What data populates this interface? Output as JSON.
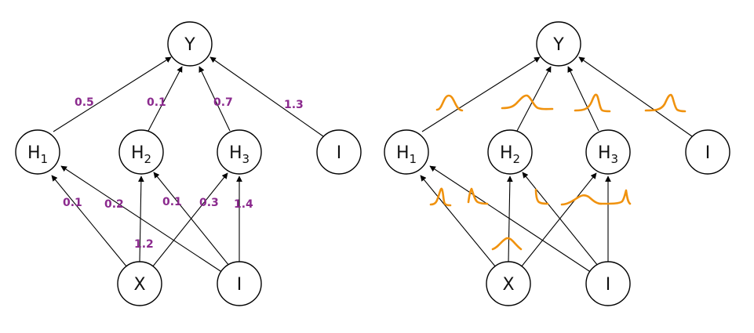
{
  "colors": {
    "weight_text": "#8B2A8E",
    "distribution": "#F0920E",
    "node_stroke": "#000000",
    "edge": "#000000"
  },
  "left_network": {
    "nodes": {
      "y": "Y",
      "h1": "H",
      "h1_sub": "1",
      "h2": "H",
      "h2_sub": "2",
      "h3": "H",
      "h3_sub": "3",
      "bias_top": "I",
      "x": "X",
      "bias_bottom": "I"
    },
    "weights": {
      "h1_y": "0.5",
      "h2_y": "0.1",
      "h3_y": "0.7",
      "bias_y": "1.3",
      "x_h1": "0.1",
      "bias_h1": "0.2",
      "bias_h2": "0.1",
      "x_h3": "0.3",
      "bias_h3": "1.4",
      "x_h2": "1.2"
    }
  },
  "right_network": {
    "nodes": {
      "y": "Y",
      "h1": "H",
      "h1_sub": "1",
      "h2": "H",
      "h2_sub": "2",
      "h3": "H",
      "h3_sub": "3",
      "bias_top": "I",
      "x": "X",
      "bias_bottom": "I"
    },
    "weight_distributions": [
      "h1_y",
      "h2_y",
      "h3_y",
      "bias_y",
      "x_h1",
      "bias_h1",
      "bias_h2",
      "x_h3",
      "bias_h3",
      "x_h2"
    ]
  }
}
